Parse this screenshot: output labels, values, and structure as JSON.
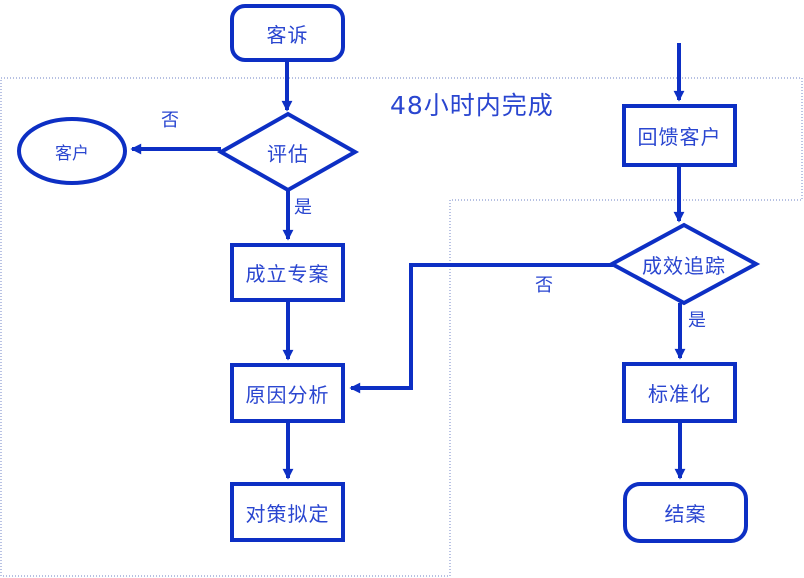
{
  "diagram": {
    "region_note": "48小时内完成",
    "nodes": {
      "complaint": {
        "label": "客诉",
        "shape": "rounded-rectangle"
      },
      "evaluate": {
        "label": "评估",
        "shape": "diamond"
      },
      "customer": {
        "label": "客户",
        "shape": "ellipse"
      },
      "establish_project": {
        "label": "成立专案",
        "shape": "rectangle"
      },
      "cause_analysis": {
        "label": "原因分析",
        "shape": "rectangle"
      },
      "countermeasure": {
        "label": "对策拟定",
        "shape": "rectangle"
      },
      "feedback_customer": {
        "label": "回馈客户",
        "shape": "rectangle"
      },
      "effect_tracking": {
        "label": "成效追踪",
        "shape": "diamond"
      },
      "standardize": {
        "label": "标准化",
        "shape": "rectangle"
      },
      "close_case": {
        "label": "结案",
        "shape": "rounded-rectangle"
      }
    },
    "edge_labels": {
      "evaluate_no": "否",
      "evaluate_yes": "是",
      "tracking_no": "否",
      "tracking_yes": "是"
    },
    "colors": {
      "line": "#0d2fc4",
      "text": "#2a46d0",
      "dotted_border": "#8a9ad0",
      "background": "#ffffff"
    }
  }
}
